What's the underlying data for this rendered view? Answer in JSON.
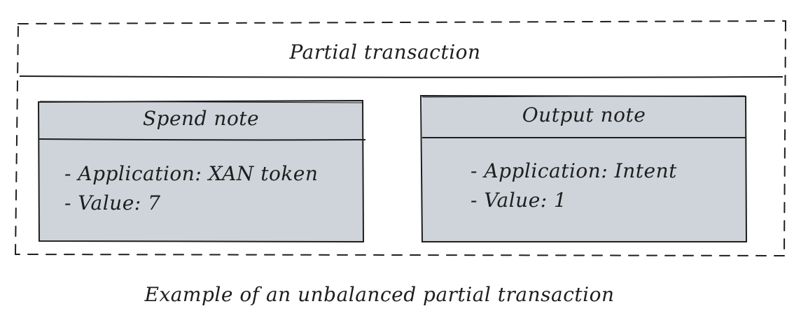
{
  "diagram": {
    "container_title": "Partial transaction",
    "notes": [
      {
        "title": "Spend note",
        "lines": [
          "- Application: XAN token",
          "- Value: 7"
        ]
      },
      {
        "title": "Output note",
        "lines": [
          "- Application: Intent",
          "- Value: 1"
        ]
      }
    ],
    "caption": "Example of an unbalanced partial transaction",
    "colors": {
      "stroke": "#1e1e1e",
      "note_fill": "#ced4da",
      "background": "#ffffff"
    }
  }
}
